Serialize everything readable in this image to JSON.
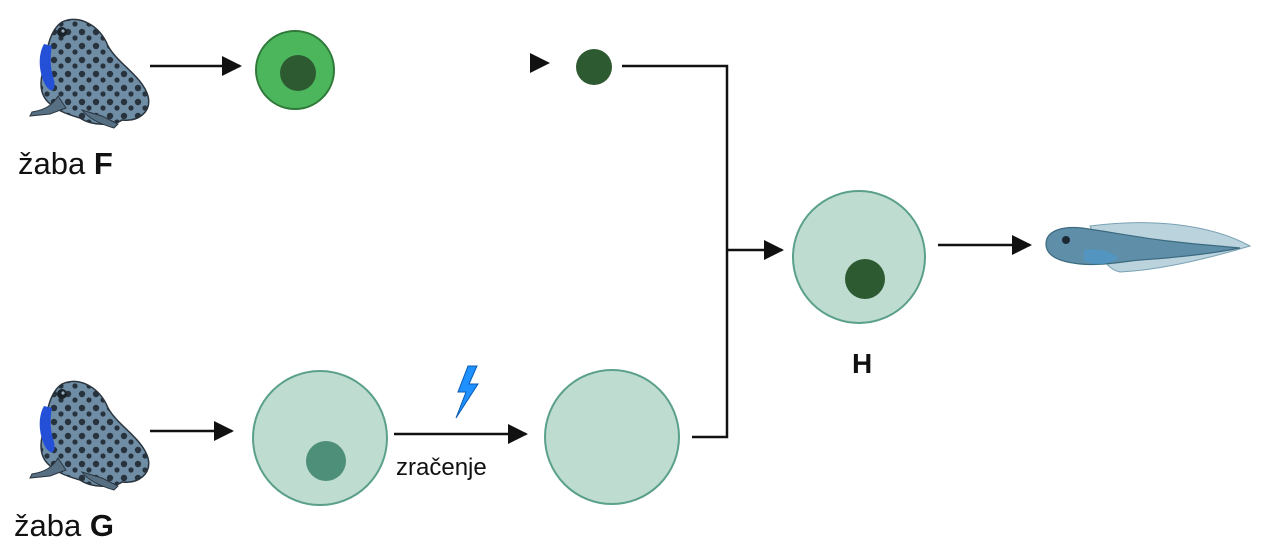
{
  "labels": {
    "frog_f_prefix": "žaba",
    "frog_f_letter": "F",
    "frog_g_prefix": "žaba",
    "frog_g_letter": "G",
    "radiation": "zračenje",
    "result": "H"
  },
  "icons": {
    "frog": "frog-icon",
    "radiation": "lightning-bolt-icon",
    "tadpole": "tadpole-icon"
  },
  "colors": {
    "frog_f_cell": "#4cb65c",
    "frog_f_cell_border": "#2f7a3a",
    "nucleus_dark": "#2e5a32",
    "pale_cell": "#bfdcd0",
    "pale_cell_border": "#5aa08a",
    "nucleus_g": "#4d8f78",
    "arrow": "#111111",
    "lightning": "#1e90ff",
    "frog_body": "#5f7d95",
    "frog_blue": "#2450d8",
    "tadpole": "#6a9cb4"
  }
}
